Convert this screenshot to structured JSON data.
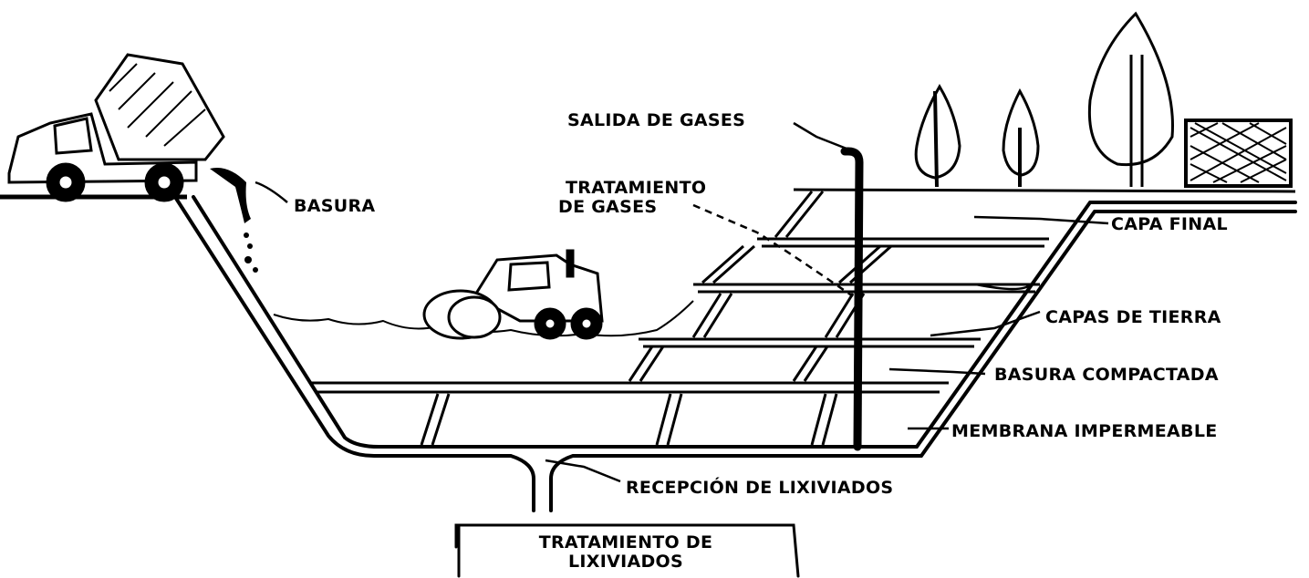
{
  "labels": {
    "salida_gases": "SALIDA DE GASES",
    "tratamiento_gases_line1": "TRATAMIENTO",
    "tratamiento_gases_line2": "DE GASES",
    "basura": "BASURA",
    "capa_final": "CAPA FINAL",
    "capas_tierra": "CAPAS DE TIERRA",
    "basura_compactada": "BASURA COMPACTADA",
    "membrana": "MEMBRANA IMPERMEABLE",
    "recepcion": "RECEPCIÓN DE LIXIVIADOS",
    "tratamiento_lix_line1": "TRATAMIENTO DE",
    "tratamiento_lix_line2": "LIXIVIADOS"
  },
  "colors": {
    "ink": "#000000",
    "paper": "#ffffff"
  }
}
